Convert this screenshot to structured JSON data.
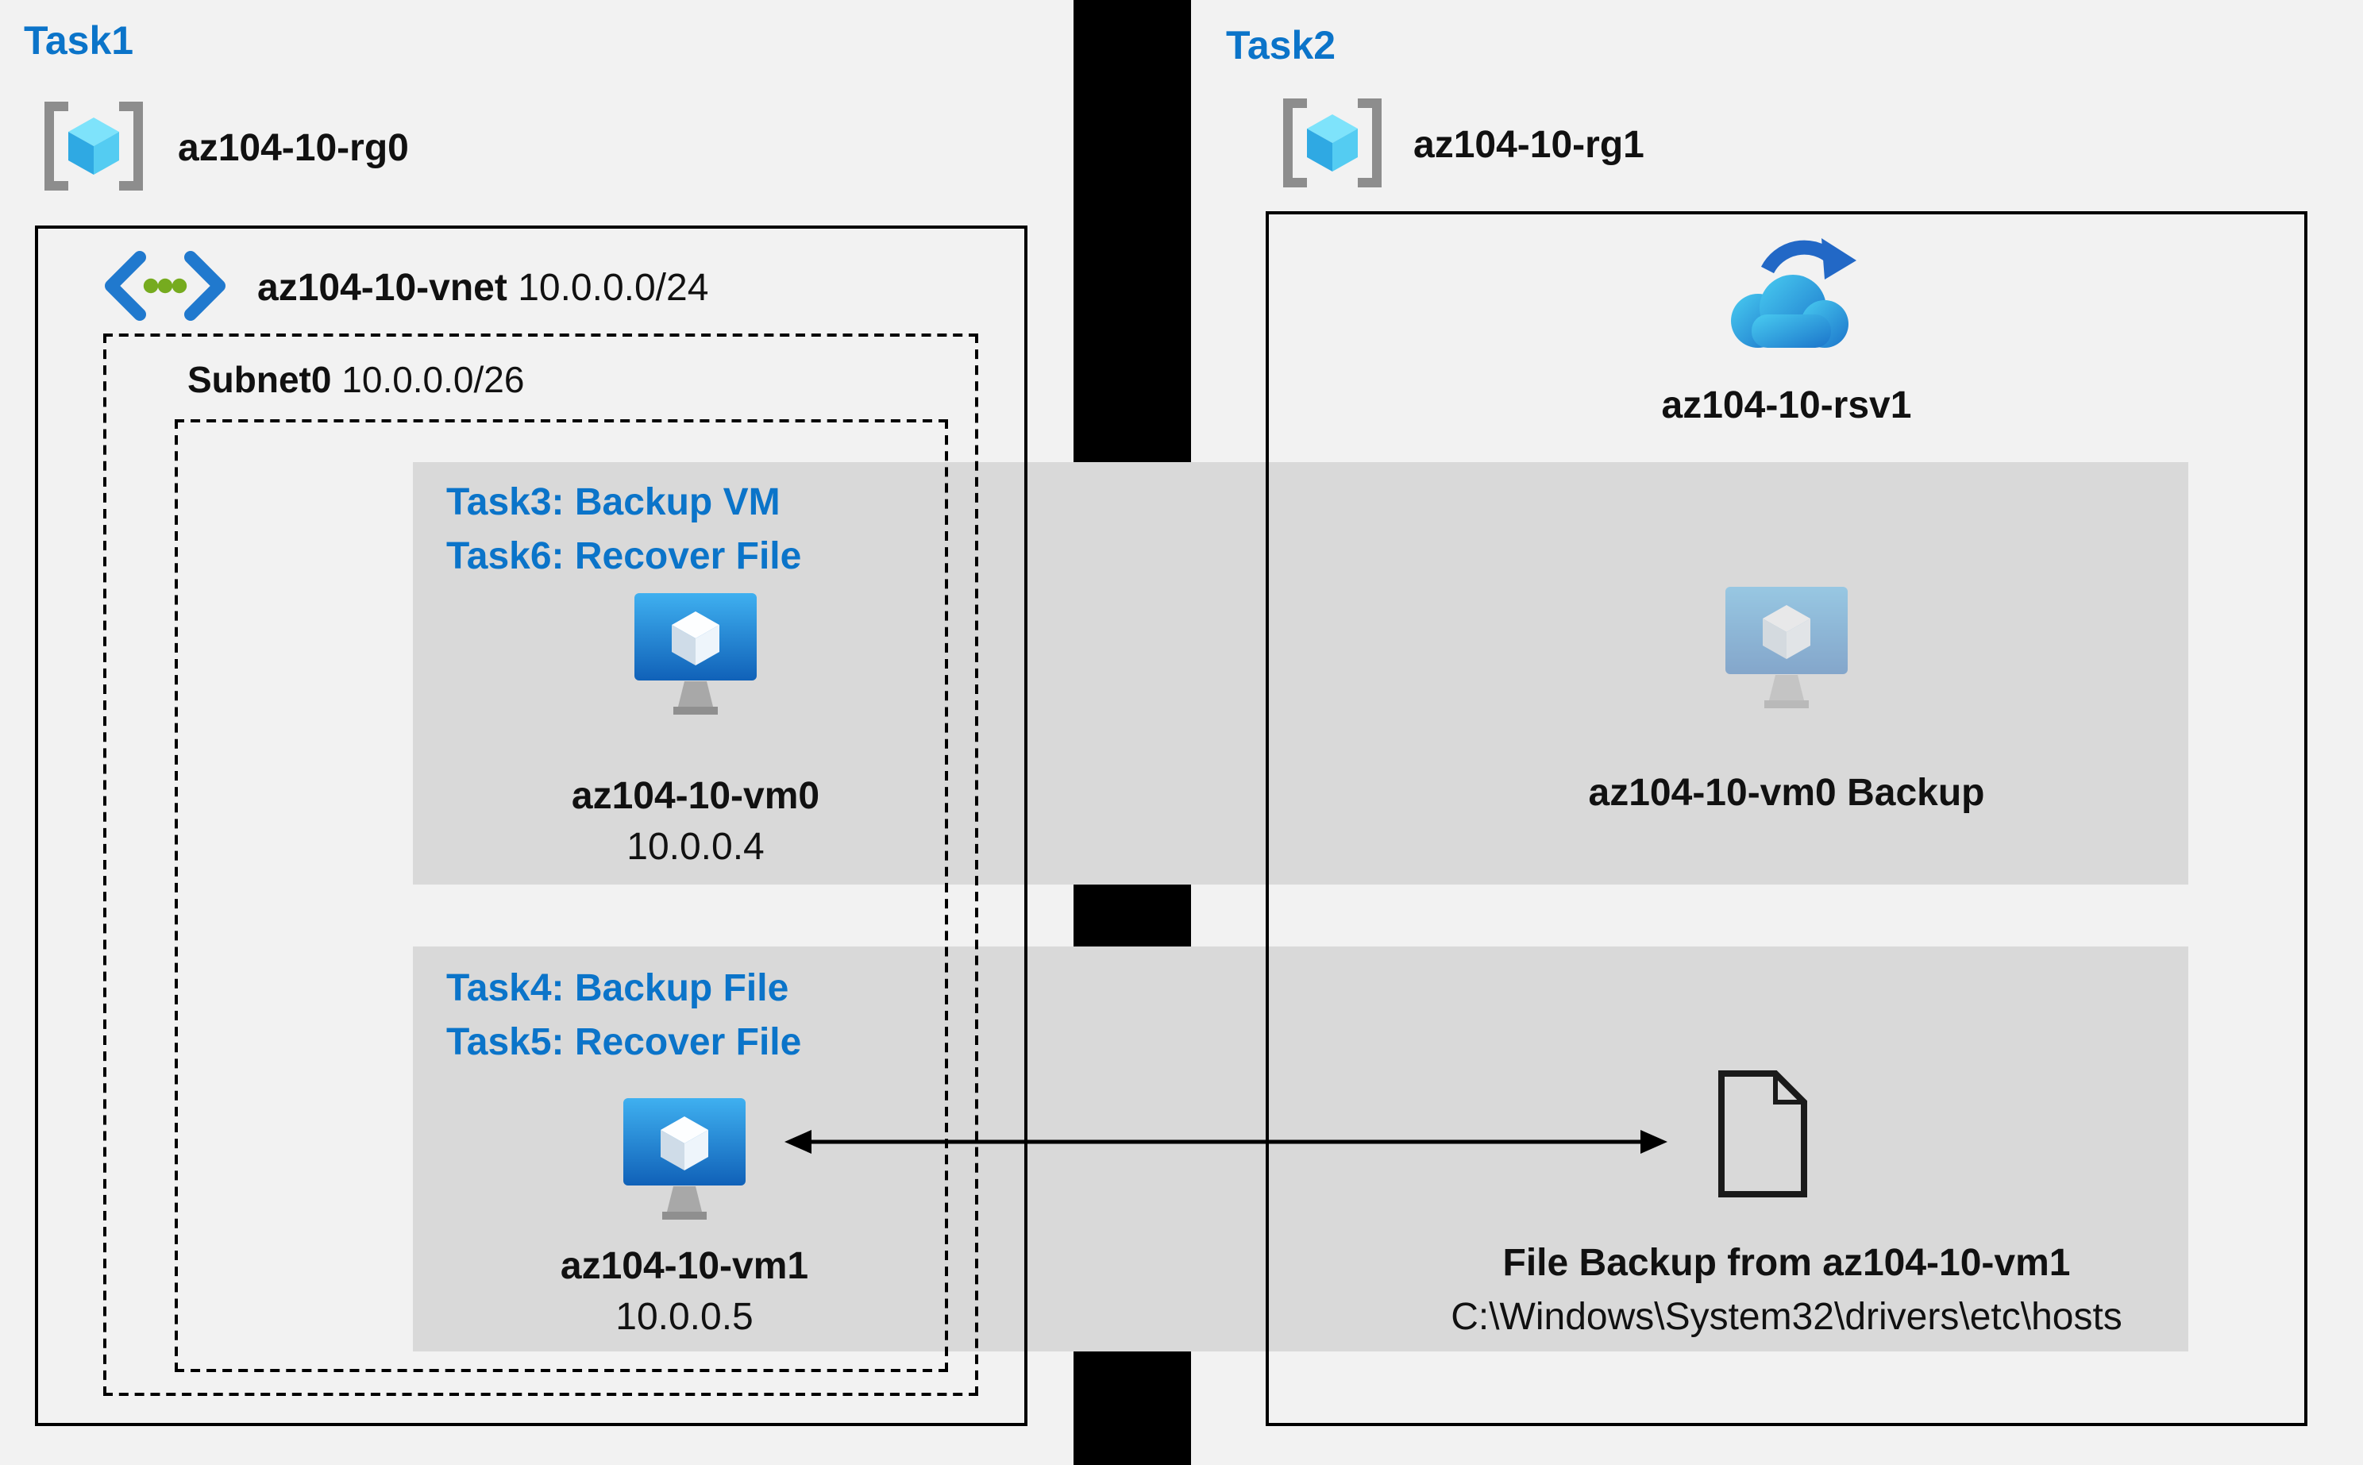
{
  "colors": {
    "background": "#f2f2f2",
    "task_blue": "#0b74c9",
    "band_gray": "#d9d9d9",
    "divider_black": "#000000",
    "vm_blue": "#1f7fd4",
    "cube_cyan": "#45c3f0"
  },
  "task1": {
    "label": "Task1"
  },
  "task2": {
    "label": "Task2"
  },
  "rg0": {
    "name": "az104-10-rg0"
  },
  "rg1": {
    "name": "az104-10-rg1"
  },
  "vnet": {
    "name": "az104-10-vnet",
    "cidr": "10.0.0.0/24"
  },
  "subnet0": {
    "name": "Subnet0",
    "cidr": "10.0.0.0/26"
  },
  "vm0_block": {
    "task_lines": [
      "Task3: Backup VM",
      "Task6: Recover File"
    ],
    "vm_name": "az104-10-vm0",
    "ip": "10.0.0.4"
  },
  "vm1_block": {
    "task_lines": [
      "Task4: Backup File",
      "Task5: Recover File"
    ],
    "vm_name": "az104-10-vm1",
    "ip": "10.0.0.5"
  },
  "rsv": {
    "name": "az104-10-rsv1"
  },
  "vm0_backup": {
    "label": "az104-10-vm0 Backup"
  },
  "file_backup": {
    "title": "File Backup from az104-10-vm1",
    "path": "C:\\Windows\\System32\\drivers\\etc\\hosts"
  }
}
